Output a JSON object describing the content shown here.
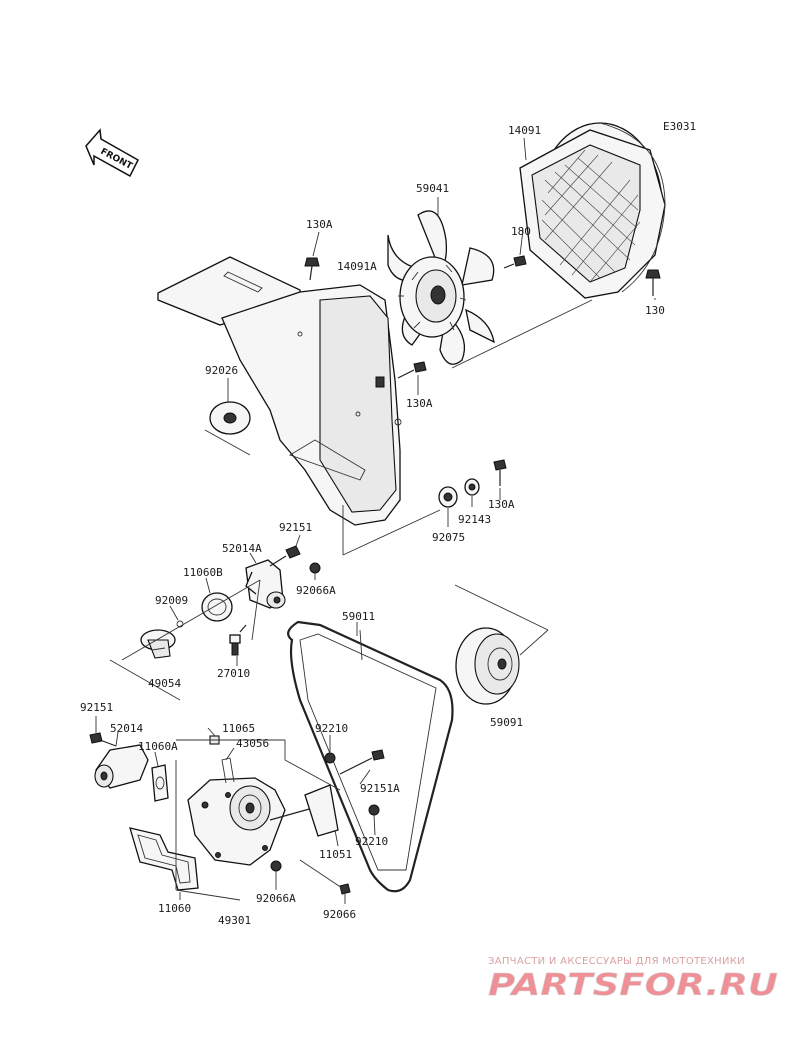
{
  "diagram_code": "E3031",
  "front_label": "FRONT",
  "watermark": {
    "line1": "ЗАПЧАСТИ И АКСЕССУАРЫ ДЛЯ МОТОТЕХНИКИ",
    "line2": "PARTSFOR.RU"
  },
  "labels": {
    "p14091": "14091",
    "p59041": "59041",
    "p180": "180",
    "p130a_top": "130A",
    "p14091a": "14091A",
    "p130": "130",
    "p92026": "92026",
    "p130a_mid": "130A",
    "p130a_right": "130A",
    "p92143": "92143",
    "p92075": "92075",
    "p92151_top": "92151",
    "p52014a": "52014A",
    "p11060b": "11060B",
    "p92066a_top": "92066A",
    "p92009": "92009",
    "p59011": "59011",
    "p27010": "27010",
    "p49054": "49054",
    "p59091": "59091",
    "p92151_left": "92151",
    "p52014": "52014",
    "p11065": "11065",
    "p43056": "43056",
    "p11060a": "11060A",
    "p92210_top": "92210",
    "p92151a": "92151A",
    "p11051": "11051",
    "p92210_bot": "92210",
    "p11060": "11060",
    "p92066a_bot": "92066A",
    "p49301": "49301",
    "p92066": "92066"
  }
}
